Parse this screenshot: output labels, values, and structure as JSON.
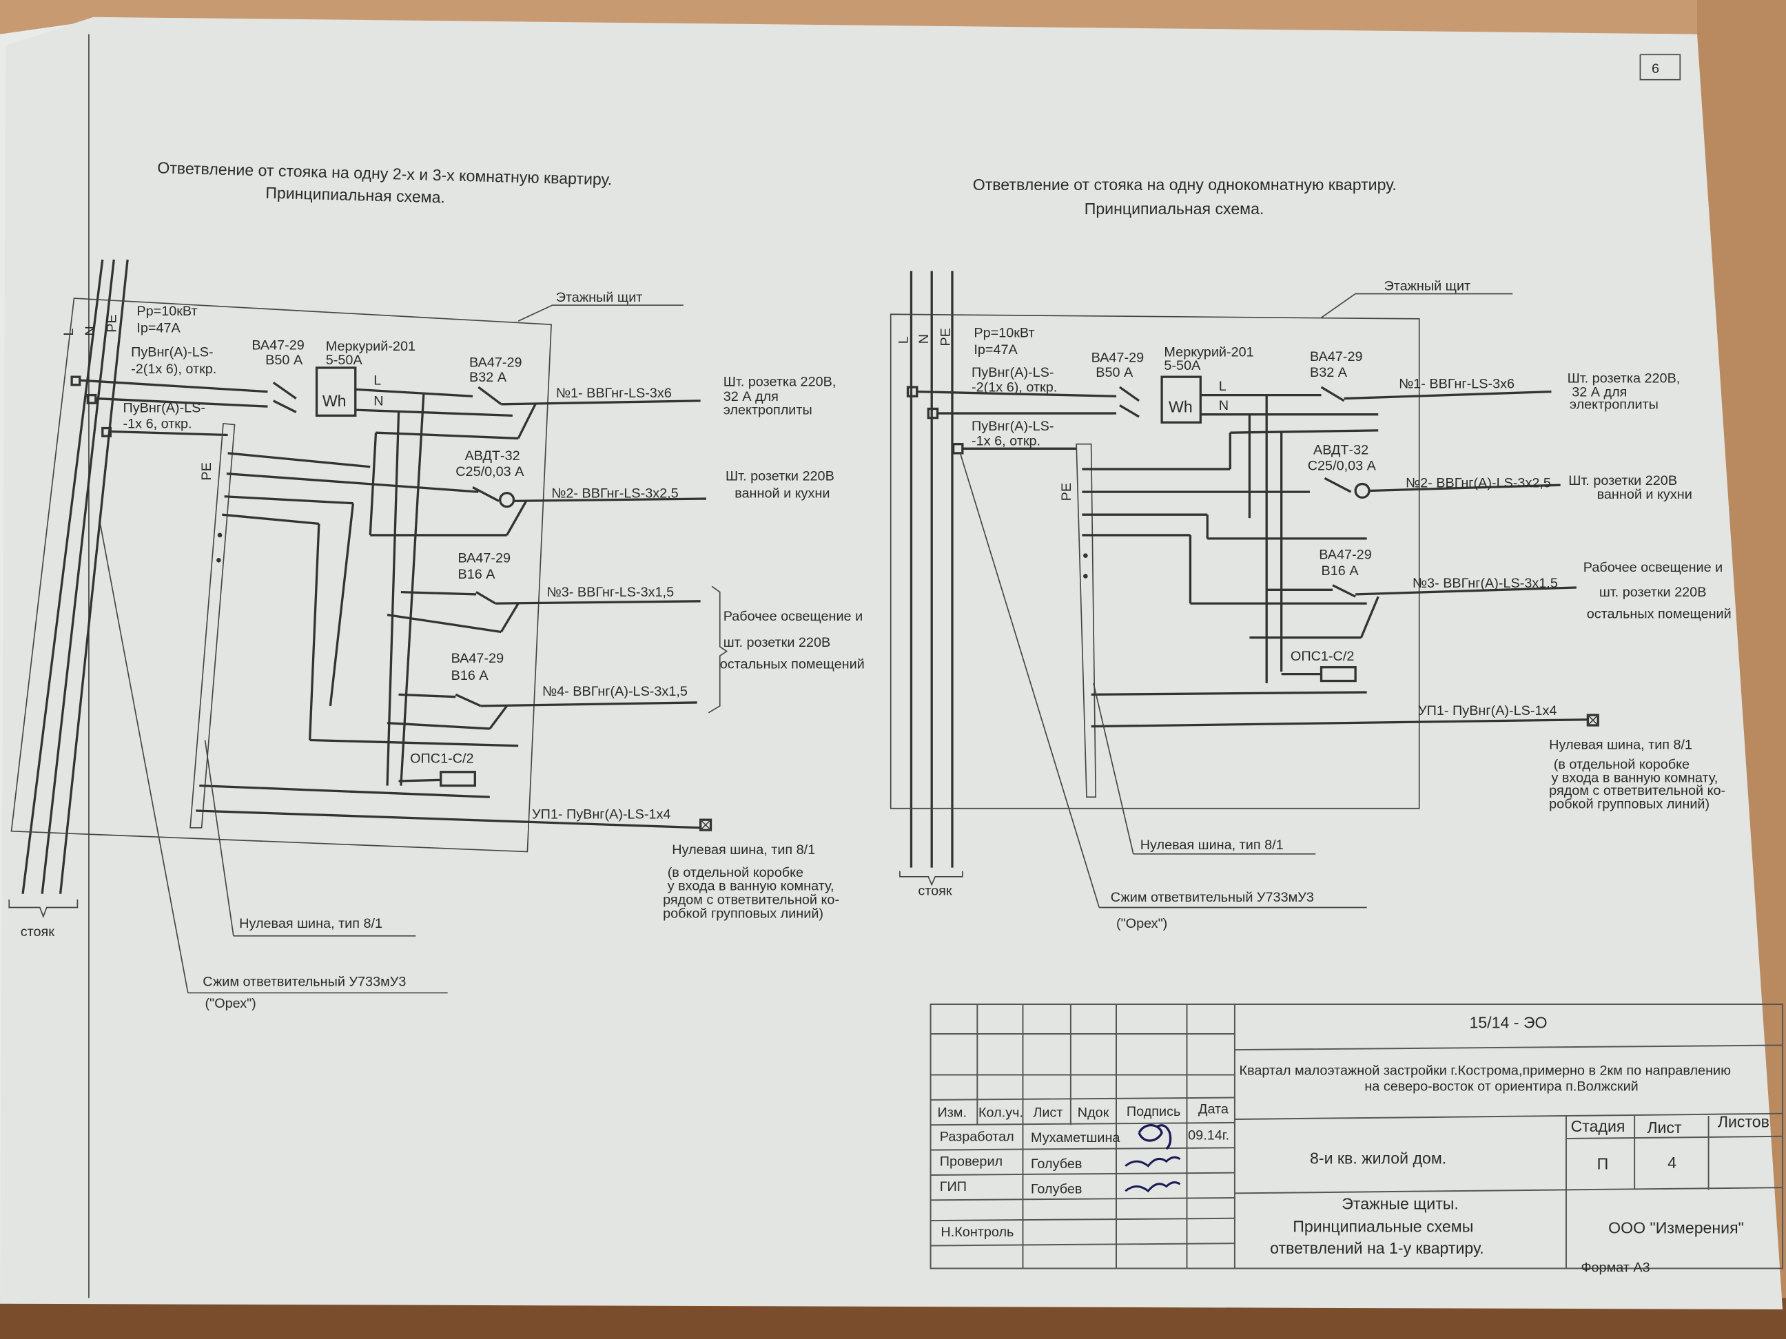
{
  "page_number": "6",
  "left": {
    "title_1": "Ответвление от стояка на одну 2-х и 3-х комнатную  квартиру.",
    "title_2": "Принципиальная схема.",
    "panel_label": "Этажный щит",
    "phase_labels": [
      "L",
      "N",
      "PE"
    ],
    "pr": "Рр=10кВт",
    "ir": "Iр=47А",
    "cable_in_1a": "ПуВнг(А)-LS-",
    "cable_in_1b": "-2(1х 6), откр.",
    "cable_in_2a": "ПуВнг(А)-LS-",
    "cable_in_2b": "-1х 6, откр.",
    "main_breaker_1": "ВА47-29",
    "main_breaker_2": "В50 А",
    "meter_1": "Меркурий-201",
    "meter_2": "5-50А",
    "meter_symbol": "Wh",
    "l_label": "L",
    "n_label": "N",
    "pe_bus_label": "PE",
    "br1_1": "ВА47-29",
    "br1_2": "В32 А",
    "line1": "№1- ВВГнг-LS-3х6",
    "load1_1": "Шт. розетка 220В,",
    "load1_2": "32 А  для",
    "load1_3": "электроплиты",
    "rcd_1": "АВДТ-32",
    "rcd_2": "С25/0,03 А",
    "line2": "№2- ВВГнг-LS-3х2,5",
    "load2_1": "Шт. розетки 220В",
    "load2_2": "ванной и кухни",
    "br3_1": "ВА47-29",
    "br3_2": "В16 А",
    "line3": "№3- ВВГнг-LS-3х1,5",
    "br4_1": "ВА47-29",
    "br4_2": "В16 А",
    "line4": "№4- ВВГнг(А)-LS-3х1,5",
    "load34_1": "Рабочее освещение и",
    "load34_2": "шт. розетки 220В",
    "load34_3": "остальных помещений",
    "surge": "ОПС1-С/2",
    "up1": "УП1- ПуВнг(А)-LS-1х4",
    "nbus_1": "Нулевая шина, тип 8/1",
    "nbus_2": "(в отдельной коробке",
    "nbus_3": "у входа в ванную комнату,",
    "nbus_4": "рядом с ответвительной ко-",
    "nbus_5": "робкой групповых линий)",
    "nbus_label": "Нулевая шина, тип 8/1",
    "clamp_1": "Сжим ответвительный У733мУ3",
    "clamp_2": "(\"Орех\")",
    "riser": "стояк"
  },
  "right": {
    "title_1": "Ответвление от стояка на одну однокомнатную  квартиру.",
    "title_2": "Принципиальная схема.",
    "panel_label": "Этажный щит",
    "phase_labels": [
      "L",
      "N",
      "PE"
    ],
    "pr": "Рр=10кВт",
    "ir": "Iр=47А",
    "cable_in_1a": "ПуВнг(А)-LS-",
    "cable_in_1b": "-2(1х 6), откр.",
    "cable_in_2a": "ПуВнг(А)-LS-",
    "cable_in_2b": "-1х 6, откр.",
    "main_breaker_1": "ВА47-29",
    "main_breaker_2": "В50 А",
    "meter_1": "Меркурий-201",
    "meter_2": "5-50А",
    "meter_symbol": "Wh",
    "l_label": "L",
    "n_label": "N",
    "pe_bus_label": "PE",
    "br1_1": "ВА47-29",
    "br1_2": "В32 А",
    "line1": "№1- ВВГнг-LS-3х6",
    "load1_1": "Шт. розетка 220В,",
    "load1_2": "32 А  для",
    "load1_3": "электроплиты",
    "rcd_1": "АВДТ-32",
    "rcd_2": "С25/0,03 А",
    "line2": "№2- ВВГнг(А)-LS-3х2,5",
    "load2_1": "Шт. розетки 220В",
    "load2_2": "ванной и кухни",
    "br3_1": "ВА47-29",
    "br3_2": "В16 А",
    "line3": "№3- ВВГнг(А)-LS-3х1,5",
    "load3_1": "Рабочее освещение и",
    "load3_2": "шт. розетки 220В",
    "load3_3": "остальных помещений",
    "surge": "ОПС1-С/2",
    "up1": "УП1- ПуВнг(А)-LS-1х4",
    "nbus_1": "Нулевая шина, тип 8/1",
    "nbus_2": "(в отдельной коробке",
    "nbus_3": "у входа в ванную комнату,",
    "nbus_4": "рядом с ответвительной ко-",
    "nbus_5": "робкой групповых линий)",
    "nbus_label": "Нулевая шина, тип 8/1",
    "clamp_1": "Сжим ответвительный У733мУ3",
    "clamp_2": "(\"Орех\")",
    "riser": "стояк"
  },
  "title_block": {
    "code": "15/14 - ЭО",
    "project_1": "Квартал малоэтажной застройки   г.Кострома,примерно в 2км по направлению",
    "project_2": "на северо-восток от ориентира п.Волжский",
    "headers": [
      "Изм.",
      "Кол.уч.",
      "Лист",
      "Nдок",
      "Подпись",
      "Дата"
    ],
    "rows": [
      {
        "role": "Разработал",
        "name": "Мухаметшина",
        "date": "09.14г."
      },
      {
        "role": "Проверил",
        "name": "Голубев",
        "date": ""
      },
      {
        "role": "ГИП",
        "name": "Голубев",
        "date": ""
      },
      {
        "role": "",
        "name": "",
        "date": ""
      },
      {
        "role": "Н.Контроль",
        "name": "",
        "date": ""
      }
    ],
    "object": "8-и кв. жилой дом.",
    "stage_header": "Стадия",
    "sheet_header": "Лист",
    "sheets_header": "Листов",
    "stage": "П",
    "sheet": "4",
    "sheets": "",
    "drawing_1": "Этажные щиты.",
    "drawing_2": "Принципиальные схемы",
    "drawing_3": "ответвлений на 1-у квартиру.",
    "company": "ООО \"Измерения\"",
    "format": "Формат А3"
  }
}
